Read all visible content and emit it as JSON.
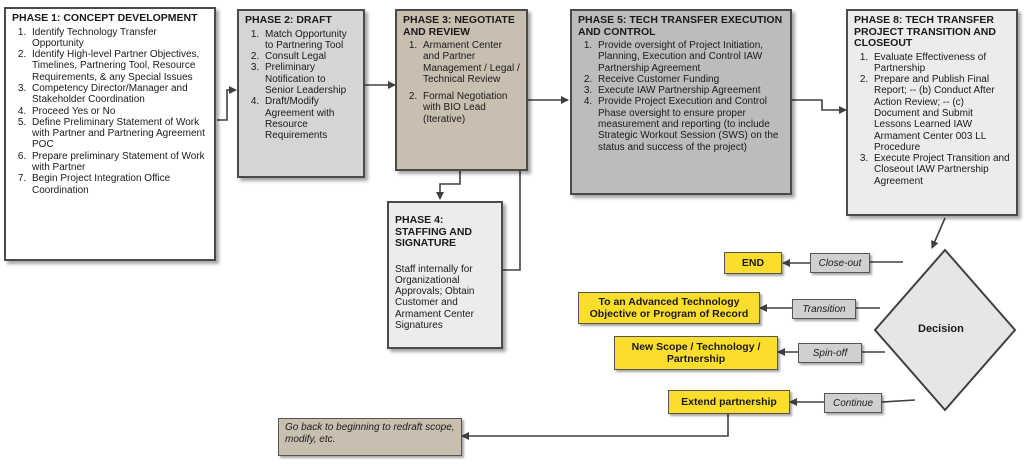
{
  "phases": {
    "p1": {
      "title": "PHASE 1: CONCEPT DEVELOPMENT",
      "items": [
        "Identify Technology Transfer Opportunity",
        "Identify High-level Partner Objectives, Timelines, Partnering Tool, Resource Requirements, & any Special Issues",
        "Competency Director/Manager and Stakeholder Coordination",
        "Proceed Yes or No",
        "Define Preliminary Statement of Work with Partner and Partnering Agreement POC",
        "Prepare preliminary Statement of Work with Partner",
        "Begin Project Integration Office Coordination"
      ]
    },
    "p2": {
      "title": "PHASE 2: DRAFT",
      "items": [
        "Match Opportunity to Partnering Tool",
        "Consult Legal",
        "Preliminary Notification to Senior Leadership",
        "Draft/Modify Agreement with Resource Requirements"
      ]
    },
    "p3": {
      "title": "PHASE 3: NEGOTIATE AND REVIEW",
      "items": [
        "Armament Center and Partner Management / Legal / Technical Review",
        "Formal Negotiation with BIO Lead (Iterative)"
      ]
    },
    "p4": {
      "title": "PHASE 4: STAFFING AND SIGNATURE",
      "text": "Staff internally for Organizational Approvals; Obtain Customer and Armament Center Signatures"
    },
    "p5": {
      "title": "PHASE 5: TECH TRANSFER EXECUTION AND CONTROL",
      "items": [
        "Provide oversight of Project Initiation, Planning, Execution and Control IAW Partnership Agreement",
        "Receive Customer Funding",
        "Execute IAW Partnership Agreement",
        "Provide Project Execution and Control Phase oversight to ensure proper measurement and reporting (to include Strategic Workout Session (SWS) on the status and success of the project)"
      ]
    },
    "p8": {
      "title": "PHASE 8: TECH TRANSFER PROJECT TRANSITION AND CLOSEOUT",
      "items": [
        "Evaluate Effectiveness of Partnership",
        "Prepare and Publish Final Report; -- (b) Conduct After Action Review; -- (c) Document and Submit Lessons Learned IAW Armament Center 003 LL Procedure",
        "Execute Project Transition and Closeout IAW Partnership Agreement"
      ]
    }
  },
  "decision": {
    "label": "Decision",
    "outcomes": [
      {
        "tag": "Close-out",
        "result": "END"
      },
      {
        "tag": "Transition",
        "result": "To an Advanced Technology Objective or Program of Record"
      },
      {
        "tag": "Spin-off",
        "result": "New Scope / Technology / Partnership"
      },
      {
        "tag": "Continue",
        "result": "Extend partnership"
      }
    ]
  },
  "go_back": "Go back to beginning to redraft scope, modify, etc.",
  "colors": {
    "yellow": "#fbdd2b",
    "grey": "#d5d5d5",
    "tan": "#c9bfb1",
    "darkgrey": "#bcbcbc",
    "line": "#404040"
  }
}
